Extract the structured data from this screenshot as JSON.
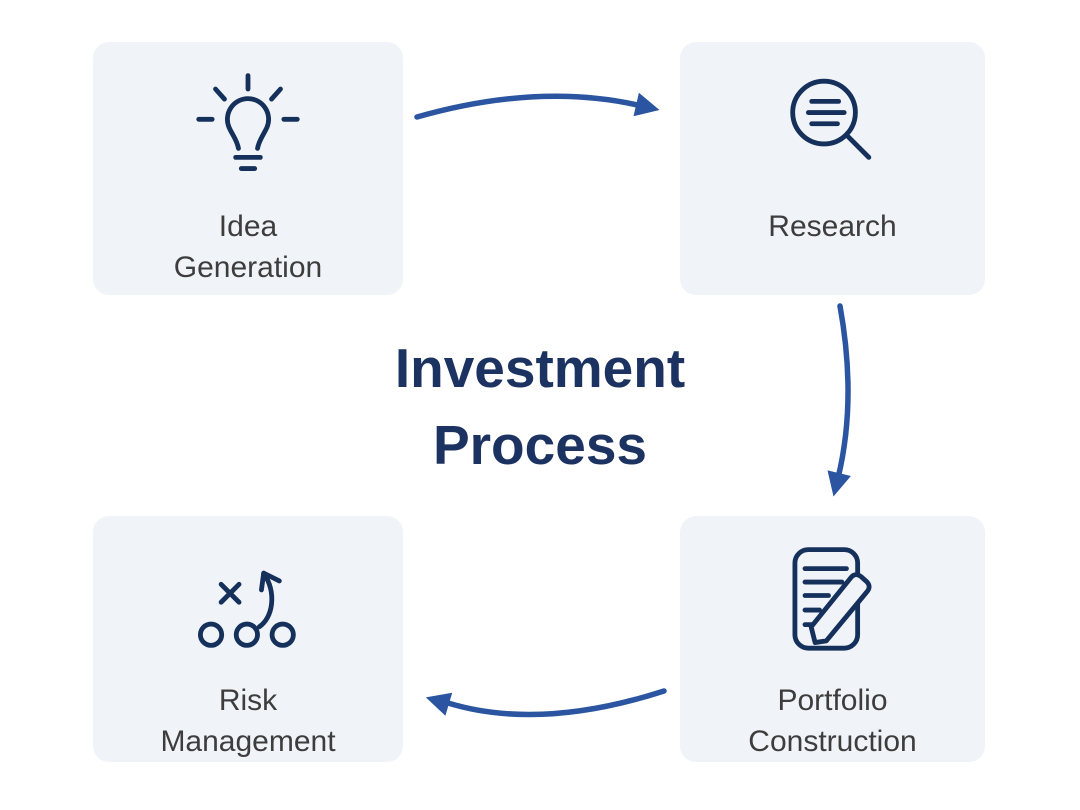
{
  "diagram": {
    "title": {
      "line1": "Investment",
      "line2": "Process"
    },
    "steps": [
      {
        "name": "idea-generation",
        "line1": "Idea",
        "line2": "Generation",
        "icon": "lightbulb-icon"
      },
      {
        "name": "research",
        "line1": "Research",
        "line2": "",
        "icon": "magnifying-glass-icon"
      },
      {
        "name": "portfolio-construction",
        "line1": "Portfolio",
        "line2": "Construction",
        "icon": "document-pencil-icon"
      },
      {
        "name": "risk-management",
        "line1": "Risk",
        "line2": "Management",
        "icon": "strategy-icon"
      }
    ],
    "connections": [
      "Idea Generation -> Research",
      "Research -> Portfolio Construction",
      "Portfolio Construction -> Risk Management"
    ]
  },
  "colors": {
    "card_bg": "#f0f4f8",
    "icon_navy": "#16305c",
    "title_navy": "#1c3361",
    "arrow_blue": "#2b55a0",
    "label_gray": "#3d3d3d"
  }
}
